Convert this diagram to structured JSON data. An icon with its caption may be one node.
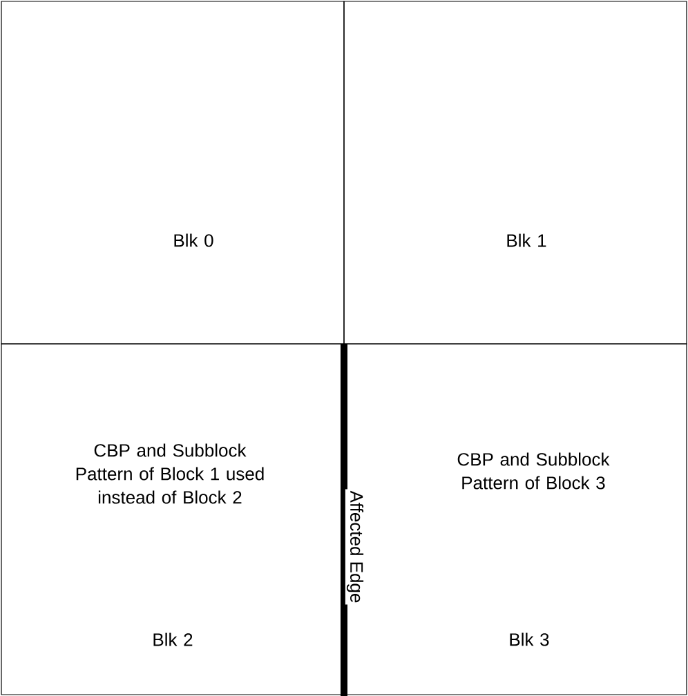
{
  "diagram": {
    "nodes": [
      {
        "text": [
          "Blk 0"
        ]
      },
      {
        "text": [
          "Blk 1"
        ]
      },
      {
        "text": [
          "CBP and Subblock Pattern of Block 1 used instead of Block 2",
          "Blk 2"
        ]
      },
      {
        "text": [
          "CBP and Subblock Pattern of Block 3",
          "Blk 3"
        ]
      }
    ],
    "labels": [
      "Affected Edge"
    ]
  }
}
